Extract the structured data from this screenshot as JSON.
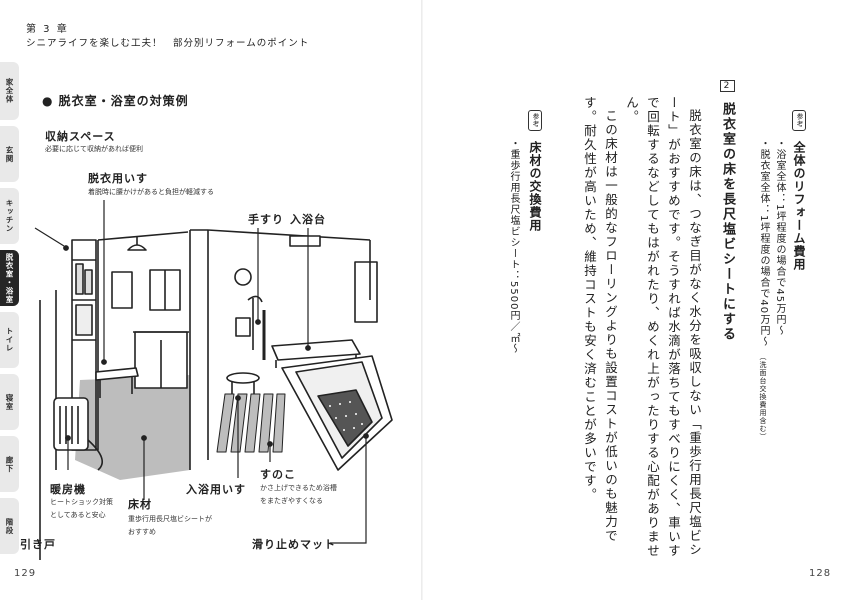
{
  "header": {
    "chapter": "第 3 章",
    "subtitle": "シニアライフを楽しむ工夫！　部分別リフォームのポイント"
  },
  "tabs": [
    {
      "label": "家全体",
      "active": false
    },
    {
      "label": "玄関",
      "active": false
    },
    {
      "label": "キッチン",
      "active": false
    },
    {
      "label": "脱衣室・浴室",
      "active": true
    },
    {
      "label": "トイレ",
      "active": false
    },
    {
      "label": "寝室",
      "active": false
    },
    {
      "label": "廊下",
      "active": false
    },
    {
      "label": "階段",
      "active": false
    }
  ],
  "left": {
    "section_title": "● 脱衣室・浴室の対策例",
    "labels": {
      "storage": "収納スペース",
      "storage_note": "必要に応じて収納があれば便利",
      "chair": "脱衣用いす",
      "chair_note": "着脱時に腰かけがあると負担が軽減する",
      "handrail": "手すり",
      "bath_board": "入浴台",
      "heater": "暖房機",
      "heater_note_1": "ヒートショック対策",
      "heater_note_2": "としてあると安心",
      "floor": "床材",
      "floor_note_1": "重歩行用長尺塩ビシートが",
      "floor_note_2": "おすすめ",
      "bath_chair": "入浴用いす",
      "sunoko": "すのこ",
      "sunoko_note_1": "かさ上げできるため浴槽",
      "sunoko_note_2": "をまたぎやすくなる",
      "sliding_door": "引き戸",
      "mat": "滑り止めマット"
    },
    "page_number": "129"
  },
  "right": {
    "ref1_badge": "参考",
    "ref1_title": "全体のリフォーム費用",
    "ref1_item1": "・浴室全体：1坪程度の場合で45万円〜",
    "ref1_item2": "・脱衣室全体：1坪程度の場合で40万円〜",
    "ref1_item2_note": "（洗面台交換費用含む）",
    "sec2_num": "2",
    "sec2_title": "脱衣室の床を長尺塩ビシートにする",
    "para1": "脱衣室の床は、つなぎ目がなく水分を吸収しない「重歩行用長尺塩ビシート」がおすすめです。そうすれば水滴が落ちてもすべりにくく、車いすで回転するなどしてもはがれたり、めくれ上がったりする心配がありません。",
    "para2": "この床材は一般的なフローリングよりも設置コストが低いのも魅力です。耐久性が高いため、維持コストも安く済むことが多いです。",
    "ref2_badge": "参考",
    "ref2_title": "床材の交換費用",
    "ref2_item1": "・重歩行用長尺塩ビシート：5500円／㎡〜",
    "page_number": "128"
  }
}
